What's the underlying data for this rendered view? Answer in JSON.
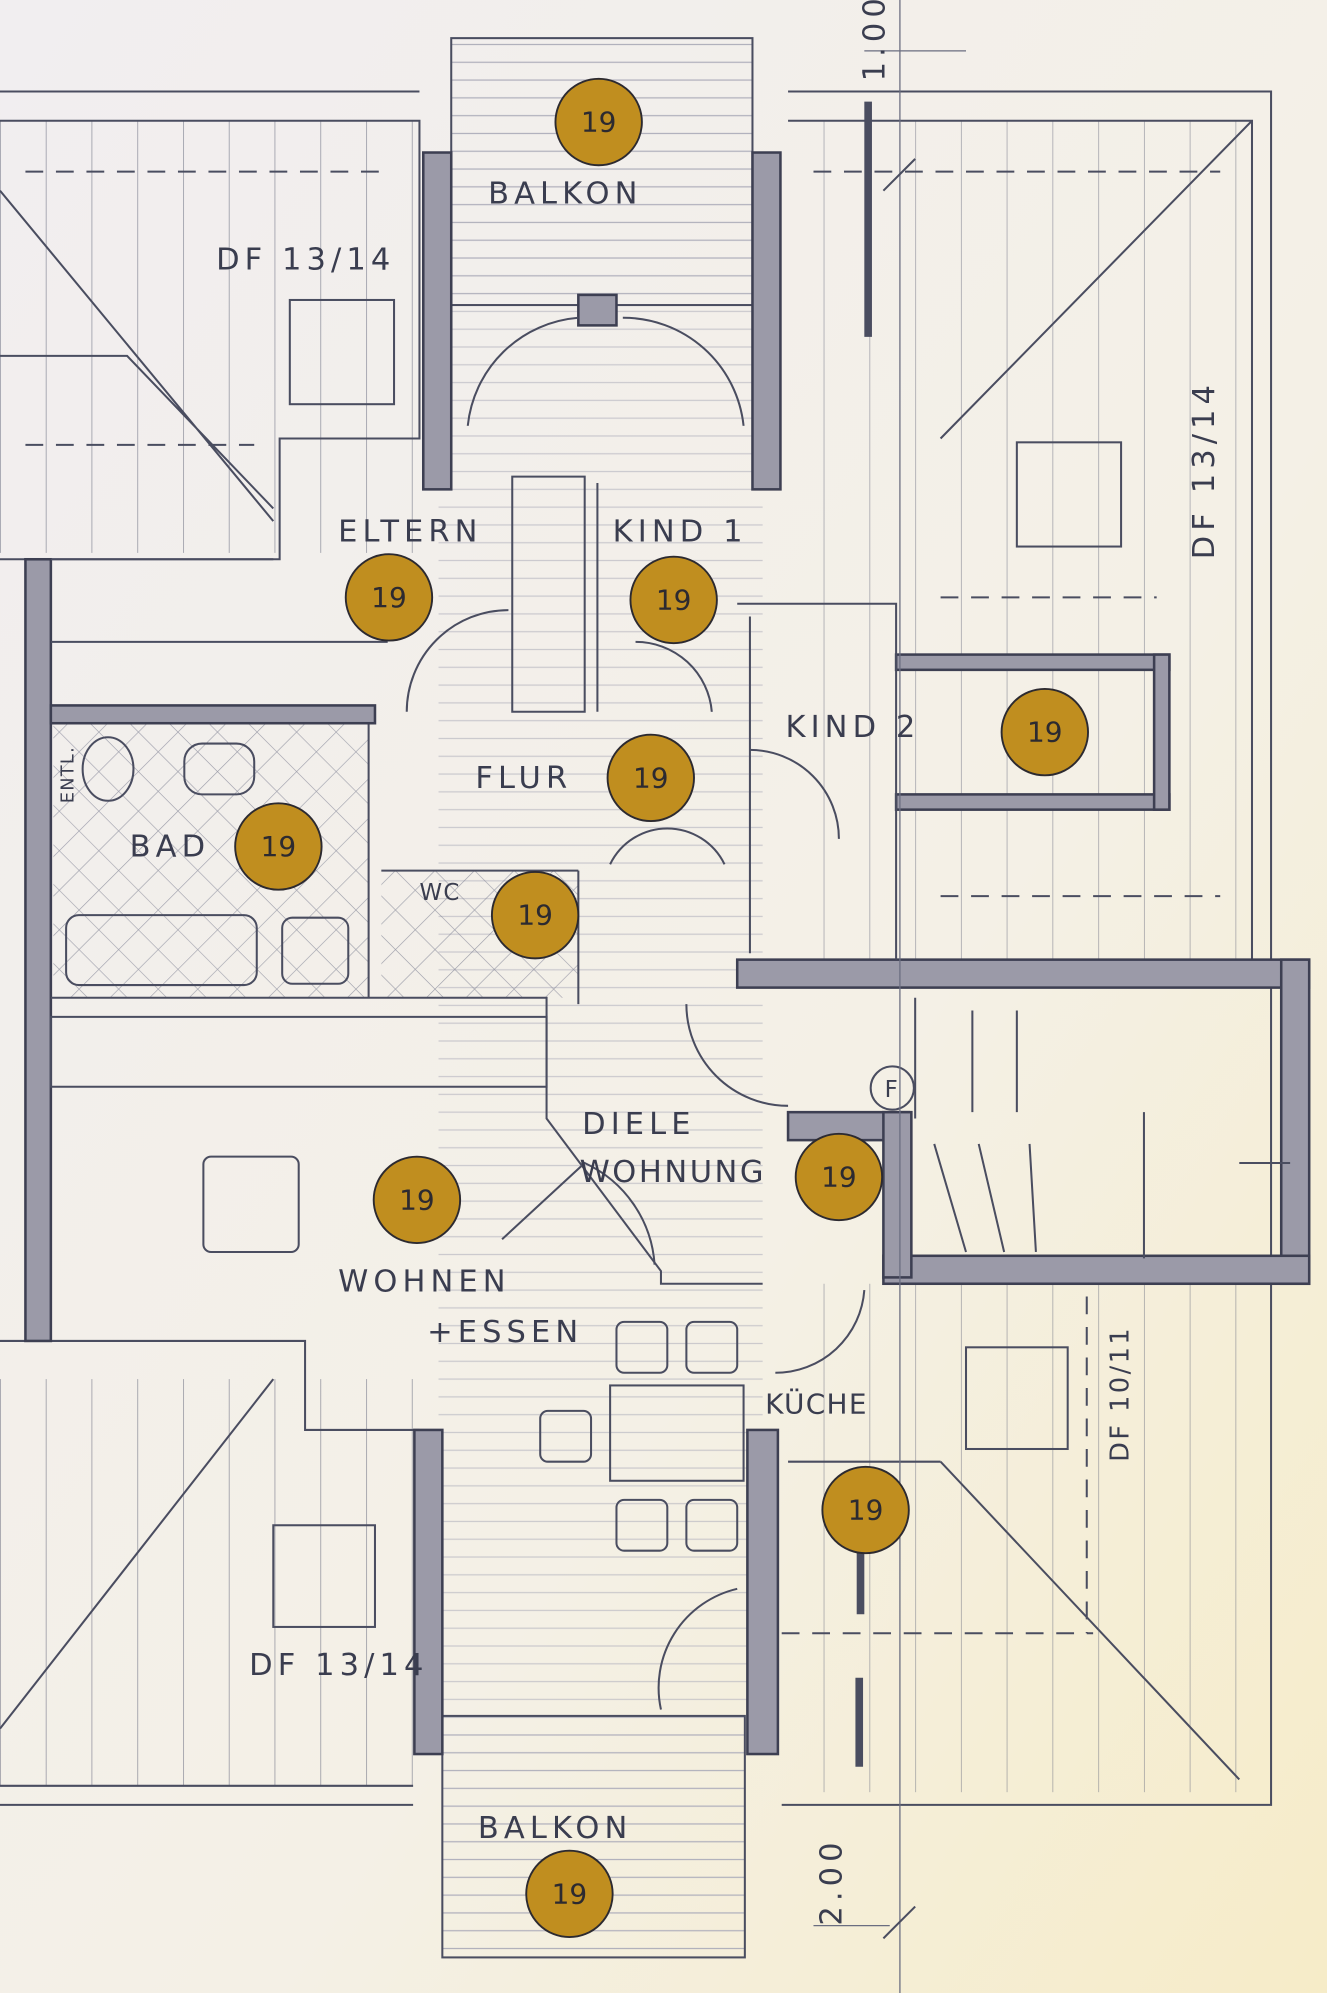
{
  "labels": {
    "balkon_top": "BALKON",
    "df_top_left": "DF 13/14",
    "eltern": "ELTERN",
    "kind1": "KIND 1",
    "kind2": "KIND 2",
    "flur": "FLUR",
    "bad": "BAD",
    "entl": "ENTL.",
    "wc": "WC",
    "diele": "DIELE",
    "wohnung": "WOHNUNG",
    "wohnen": "WOHNEN",
    "essen": "+ESSEN",
    "kueche": "KÜCHE",
    "df_right": "DF 13/14",
    "df_kitchen": "DF 10/11",
    "df_bottom_left": "DF 13/14",
    "balkon_bottom": "BALKON",
    "dim_top": "1.00",
    "dim_bottom": "2.00",
    "f_marker": "F"
  },
  "badges": [
    "19",
    "19",
    "19",
    "19",
    "19",
    "19",
    "19",
    "19",
    "19",
    "19",
    "19"
  ],
  "colors": {
    "badge": "#c08e1f",
    "paper": "#f3efe9",
    "line": "#4a4d60"
  }
}
